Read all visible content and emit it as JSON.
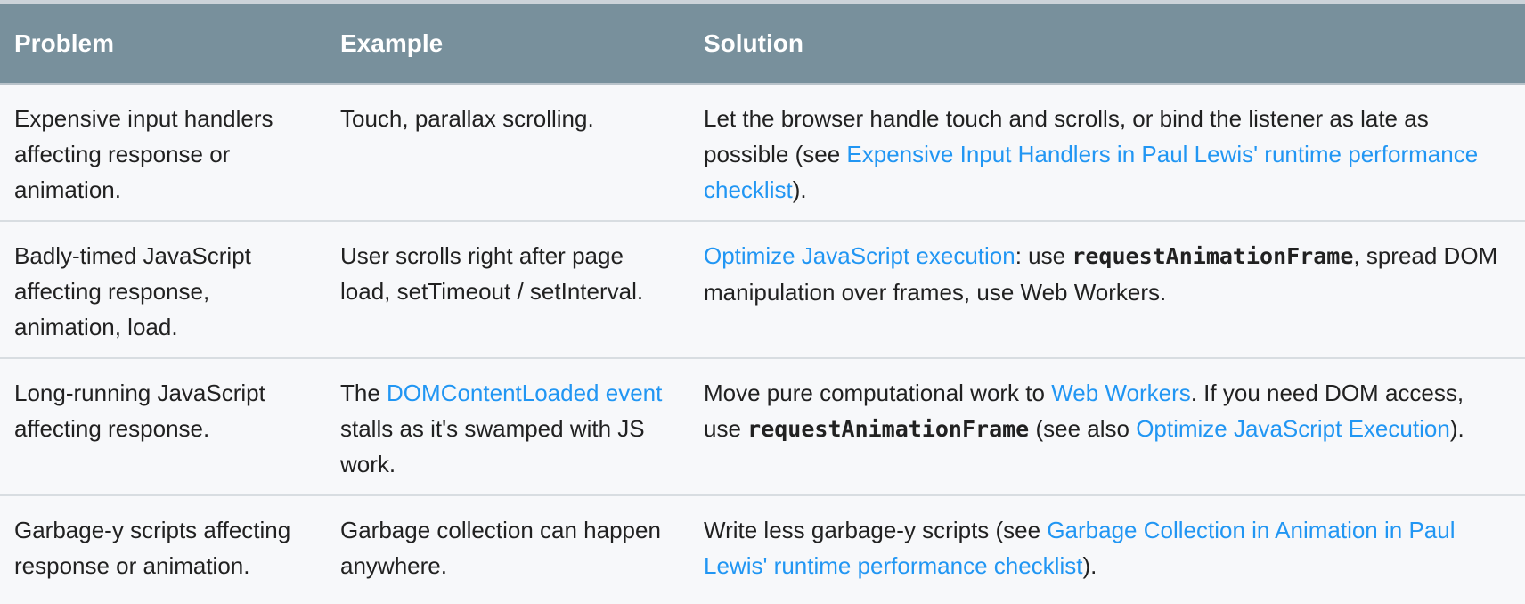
{
  "colors": {
    "header_bg": "#78909c",
    "header_text": "#ffffff",
    "body_bg": "#f7f8fa",
    "body_text": "#212121",
    "link": "#2196f3",
    "row_border": "#d8dde1",
    "top_strip": "#ccd3d9"
  },
  "table": {
    "headers": [
      {
        "label": "Problem"
      },
      {
        "label": "Example"
      },
      {
        "label": "Solution"
      }
    ],
    "rows": [
      {
        "problem": [
          {
            "style": "text",
            "text": "Expensive input handlers affecting response or animation."
          }
        ],
        "example": [
          {
            "style": "text",
            "text": "Touch, parallax scrolling."
          }
        ],
        "solution": [
          {
            "style": "text",
            "text": "Let the browser handle touch and scrolls, or bind the listener as late as possible (see "
          },
          {
            "style": "link",
            "text": "Expensive Input Handlers in Paul Lewis' runtime performance checklist"
          },
          {
            "style": "text",
            "text": ")."
          }
        ]
      },
      {
        "problem": [
          {
            "style": "text",
            "text": "Badly-timed JavaScript affecting response, animation, load."
          }
        ],
        "example": [
          {
            "style": "text",
            "text": "User scrolls right after page load, setTimeout / setInterval."
          }
        ],
        "solution": [
          {
            "style": "link",
            "text": "Optimize JavaScript execution"
          },
          {
            "style": "text",
            "text": ": use "
          },
          {
            "style": "code",
            "text": "requestAnimationFrame"
          },
          {
            "style": "text",
            "text": ", spread DOM manipulation over frames, use Web Workers."
          }
        ]
      },
      {
        "problem": [
          {
            "style": "text",
            "text": "Long-running JavaScript affecting response."
          }
        ],
        "example": [
          {
            "style": "text",
            "text": "The "
          },
          {
            "style": "link",
            "text": "DOMContentLoaded event"
          },
          {
            "style": "text",
            "text": " stalls as it's swamped with JS work."
          }
        ],
        "solution": [
          {
            "style": "text",
            "text": "Move pure computational work to "
          },
          {
            "style": "link",
            "text": "Web Workers"
          },
          {
            "style": "text",
            "text": ". If you need DOM access, use "
          },
          {
            "style": "code",
            "text": "requestAnimationFrame"
          },
          {
            "style": "text",
            "text": " (see also "
          },
          {
            "style": "link",
            "text": "Optimize JavaScript Execution"
          },
          {
            "style": "text",
            "text": ")."
          }
        ]
      },
      {
        "problem": [
          {
            "style": "text",
            "text": "Garbage-y scripts affecting response or animation."
          }
        ],
        "example": [
          {
            "style": "text",
            "text": "Garbage collection can happen anywhere."
          }
        ],
        "solution": [
          {
            "style": "text",
            "text": "Write less garbage-y scripts (see "
          },
          {
            "style": "link",
            "text": "Garbage Collection in Animation in Paul Lewis' runtime performance checklist"
          },
          {
            "style": "text",
            "text": ")."
          }
        ]
      }
    ]
  }
}
